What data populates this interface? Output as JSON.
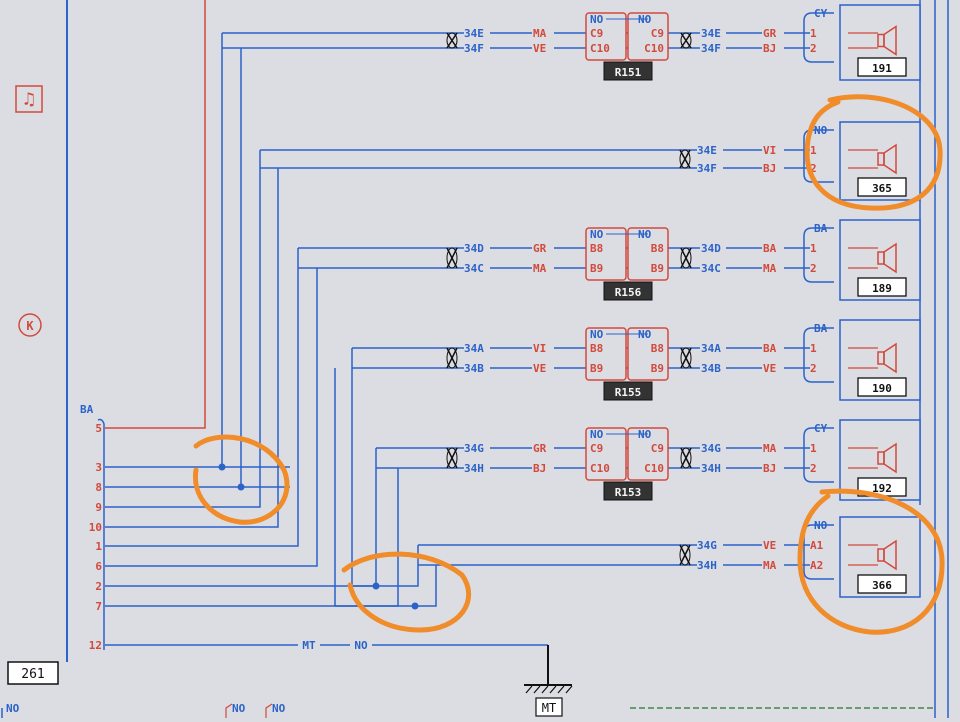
{
  "colors": {
    "background": "#dcdde3",
    "wire_blue": "#2b63c9",
    "wire_red": "#d24a3c",
    "wire_green": "#3f8a4a",
    "highlight_orange": "#f08c2a",
    "label_black": "#111111"
  },
  "symbols": {
    "radio_icon": "♫",
    "radio_icon_name": "music-note-icon",
    "immobilizer_icon": "Ⓚ",
    "immobilizer_icon_name": "key-circle-icon"
  },
  "harness_connector": {
    "color_code": "BA",
    "pins": [
      "5",
      "3",
      "8",
      "9",
      "10",
      "1",
      "6",
      "2",
      "7",
      "12"
    ],
    "unit_number": "261"
  },
  "ground": {
    "wire_code": "MT",
    "color_code": "NO",
    "label": "MT"
  },
  "bottom_fragments": [
    "NO",
    "NO",
    "NO"
  ],
  "channels": [
    {
      "wire1": "34E",
      "wire2": "34F",
      "color1": "MA",
      "color2": "VE",
      "inline": {
        "name": "R151",
        "left_color": "NO",
        "right_color": "NO",
        "left_pin1": "C9",
        "left_pin2": "C10",
        "right_pin1": "C9",
        "right_pin2": "C10"
      },
      "out_color1": "GR",
      "out_color2": "BJ",
      "speaker_color": "CY",
      "speaker_pin1": "1",
      "speaker_pin2": "2",
      "speaker_number": "191"
    },
    {
      "wire1": "34E",
      "wire2": "34F",
      "inline": null,
      "out_color1": "VI",
      "out_color2": "BJ",
      "speaker_color": "NO",
      "speaker_pin1": "1",
      "speaker_pin2": "2",
      "speaker_number": "365"
    },
    {
      "wire1": "34D",
      "wire2": "34C",
      "color1": "GR",
      "color2": "MA",
      "inline": {
        "name": "R156",
        "left_color": "NO",
        "right_color": "NO",
        "left_pin1": "B8",
        "left_pin2": "B9",
        "right_pin1": "B8",
        "right_pin2": "B9"
      },
      "out_color1": "BA",
      "out_color2": "MA",
      "speaker_color": "BA",
      "speaker_pin1": "1",
      "speaker_pin2": "2",
      "speaker_number": "189"
    },
    {
      "wire1": "34A",
      "wire2": "34B",
      "color1": "VI",
      "color2": "VE",
      "inline": {
        "name": "R155",
        "left_color": "NO",
        "right_color": "NO",
        "left_pin1": "B8",
        "left_pin2": "B9",
        "right_pin1": "B8",
        "right_pin2": "B9"
      },
      "out_color1": "BA",
      "out_color2": "VE",
      "speaker_color": "BA",
      "speaker_pin1": "1",
      "speaker_pin2": "2",
      "speaker_number": "190"
    },
    {
      "wire1": "34G",
      "wire2": "34H",
      "color1": "GR",
      "color2": "BJ",
      "inline": {
        "name": "R153",
        "left_color": "NO",
        "right_color": "NO",
        "left_pin1": "C9",
        "left_pin2": "C10",
        "right_pin1": "C9",
        "right_pin2": "C10"
      },
      "out_color1": "MA",
      "out_color2": "BJ",
      "speaker_color": "CY",
      "speaker_pin1": "1",
      "speaker_pin2": "2",
      "speaker_number": "192"
    },
    {
      "wire1": "34G",
      "wire2": "34H",
      "inline": null,
      "out_color1": "VE",
      "out_color2": "MA",
      "speaker_color": "NO",
      "speaker_pin1": "A1",
      "speaker_pin2": "A2",
      "speaker_number": "366"
    }
  ]
}
